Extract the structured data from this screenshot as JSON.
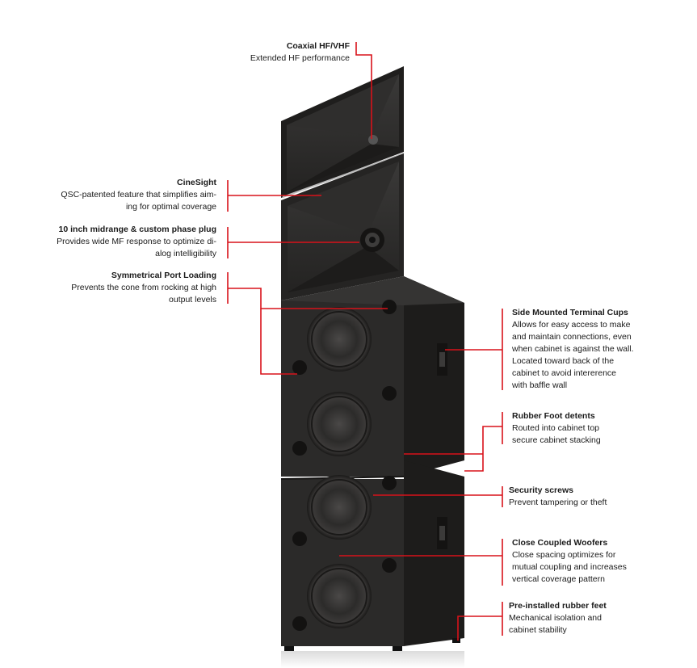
{
  "colors": {
    "callout_line": "#d8121a",
    "cabinet": "#2b2a29",
    "cabinet_edge": "#1b1a19",
    "background": "#ffffff"
  },
  "callouts": {
    "coaxial": {
      "title": "Coaxial HF/VHF",
      "lines": [
        "Extended HF performance"
      ]
    },
    "cinesight": {
      "title": "CineSight",
      "lines": [
        "QSC-patented feature that simplifies aim-",
        "ing for optimal coverage"
      ]
    },
    "midrange": {
      "title": "10 inch midrange & custom phase plug",
      "lines": [
        "Provides wide MF response to optimize di-",
        "alog intelligibility"
      ]
    },
    "port": {
      "title": "Symmetrical Port Loading",
      "lines": [
        "Prevents the cone from rocking at high",
        "output levels"
      ]
    },
    "terminal": {
      "title": "Side Mounted Terminal Cups",
      "lines": [
        "Allows for easy access to make",
        "and maintain connections, even",
        "when cabinet is against the wall.",
        "Located toward back of the",
        "cabinet to avoid intererence",
        "with baffle wall"
      ]
    },
    "rubber_detents": {
      "title": "Rubber Foot detents",
      "lines": [
        "Routed into cabinet top",
        "secure cabinet stacking"
      ]
    },
    "security": {
      "title": "Security screws",
      "lines": [
        "Prevent tampering or theft"
      ]
    },
    "woofers": {
      "title": "Close Coupled Woofers",
      "lines": [
        "Close spacing optimizes for",
        "mutual coupling and increases",
        "vertical coverage pattern"
      ]
    },
    "feet": {
      "title": "Pre-installed rubber feet",
      "lines": [
        "Mechanical isolation and",
        "cabinet stability"
      ]
    }
  }
}
